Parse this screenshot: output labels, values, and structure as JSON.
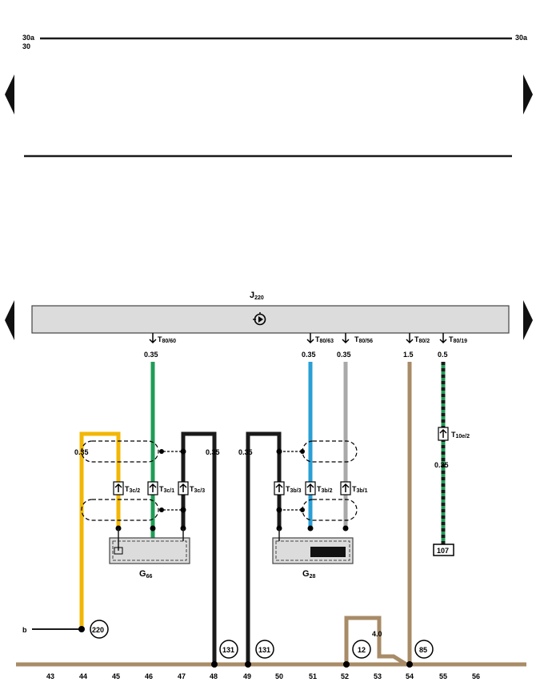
{
  "header": {
    "rail_top_left": "30a",
    "rail_bottom_left": "30",
    "rail_right": "30a"
  },
  "ecu": {
    "code": "J",
    "code_sub": "220",
    "symbol": "engine-control-unit-icon"
  },
  "ecu_pins": [
    {
      "prefix": "T",
      "sub": "80/60",
      "gauge": "0.35"
    },
    {
      "prefix": "T",
      "sub": "80/63",
      "gauge": "0.35"
    },
    {
      "prefix": "T",
      "sub": "80/56",
      "gauge": "0.35"
    },
    {
      "prefix": "T",
      "sub": "80/2",
      "gauge": "1.5"
    },
    {
      "prefix": "T",
      "sub": "80/19",
      "gauge": "0.5"
    }
  ],
  "connectors": [
    {
      "prefix": "T",
      "sub": "3c/2"
    },
    {
      "prefix": "T",
      "sub": "3c/1"
    },
    {
      "prefix": "T",
      "sub": "3c/3"
    },
    {
      "prefix": "T",
      "sub": "3b/3"
    },
    {
      "prefix": "T",
      "sub": "3b/2"
    },
    {
      "prefix": "T",
      "sub": "3b/1"
    },
    {
      "prefix": "T",
      "sub": "10e/2"
    }
  ],
  "gauges": {
    "yellow_wire": "0.35",
    "black_wire_47_48": "0.35",
    "black_wire_49_50": "0.35",
    "green_black_lower": "0.35",
    "brown_branch": "4.0"
  },
  "components": [
    {
      "code": "G",
      "sub": "66"
    },
    {
      "code": "G",
      "sub": "28"
    }
  ],
  "ref_box": "107",
  "circles": [
    "220",
    "131",
    "131",
    "12",
    "85"
  ],
  "ground_label": "b",
  "track_numbers": [
    "43",
    "44",
    "45",
    "46",
    "47",
    "48",
    "49",
    "50",
    "51",
    "52",
    "53",
    "54",
    "55",
    "56"
  ],
  "colors": {
    "rail": "#1a1a1a",
    "ecu_fill": "#dcdcdc",
    "yellow": "#f2b705",
    "green": "#1f9d55",
    "blue": "#2a9fd6",
    "grey": "#a9a9a9",
    "brown": "#a88b67",
    "black": "#1a1a1a",
    "component_fill": "#dcdcdc"
  }
}
